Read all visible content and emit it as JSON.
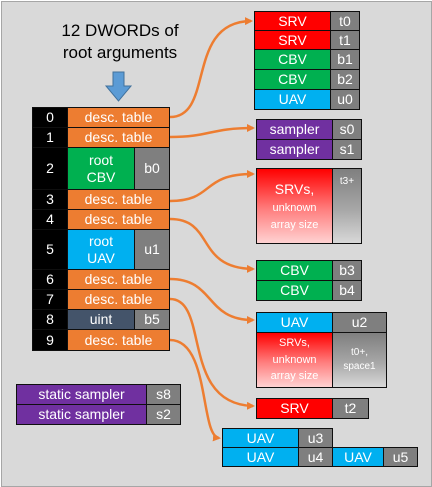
{
  "title": {
    "line1": "12 DWORDs of",
    "line2": "root arguments"
  },
  "colors": {
    "orange": "#ed7d31",
    "blue_arrow": "#5b9bd5",
    "red": "#ff0000",
    "green": "#00b050",
    "cyan": "#00b0f0",
    "purple": "#7030a0",
    "grey": "#7f7f7f",
    "slate": "#44546a"
  },
  "root_signature": [
    {
      "index": "0",
      "content": "desc. table"
    },
    {
      "index": "1",
      "content": "desc. table"
    },
    {
      "index": "2",
      "content": [
        "root",
        "CBV"
      ],
      "register": "b0"
    },
    {
      "index": "3",
      "content": "desc. table"
    },
    {
      "index": "4",
      "content": "desc. table"
    },
    {
      "index": "5",
      "content": [
        "root",
        "UAV"
      ],
      "register": "u1"
    },
    {
      "index": "6",
      "content": "desc. table"
    },
    {
      "index": "7",
      "content": "desc. table"
    },
    {
      "index": "8",
      "content": "uint",
      "register": "b5"
    },
    {
      "index": "9",
      "content": "desc. table"
    }
  ],
  "tables": {
    "t0": [
      {
        "type": "SRV",
        "register": "t0"
      },
      {
        "type": "SRV",
        "register": "t1"
      },
      {
        "type": "CBV",
        "register": "b1"
      },
      {
        "type": "CBV",
        "register": "b2"
      },
      {
        "type": "UAV",
        "register": "u0"
      }
    ],
    "t1": [
      {
        "type": "sampler",
        "register": "s0"
      },
      {
        "type": "sampler",
        "register": "s1"
      }
    ],
    "t3": {
      "text": [
        "SRVs,",
        "unknown",
        "array size"
      ],
      "register": "t3+"
    },
    "t4": [
      {
        "type": "CBV",
        "register": "b3"
      },
      {
        "type": "CBV",
        "register": "b4"
      }
    ],
    "t6": {
      "uav": {
        "type": "UAV",
        "register": "u2"
      },
      "srvs": {
        "text": [
          "SRVs,",
          "unknown",
          "array size"
        ],
        "register": [
          "t0+,",
          "space1"
        ]
      }
    },
    "t7": {
      "type": "SRV",
      "register": "t2"
    },
    "t9": {
      "row1": {
        "type": "UAV",
        "register": "u3"
      },
      "row2": [
        {
          "type": "UAV",
          "register": "u4"
        },
        {
          "type": "UAV",
          "register": "u5"
        }
      ]
    }
  },
  "static_samplers": [
    {
      "type": "static sampler",
      "register": "s8"
    },
    {
      "type": "static sampler",
      "register": "s2"
    }
  ]
}
